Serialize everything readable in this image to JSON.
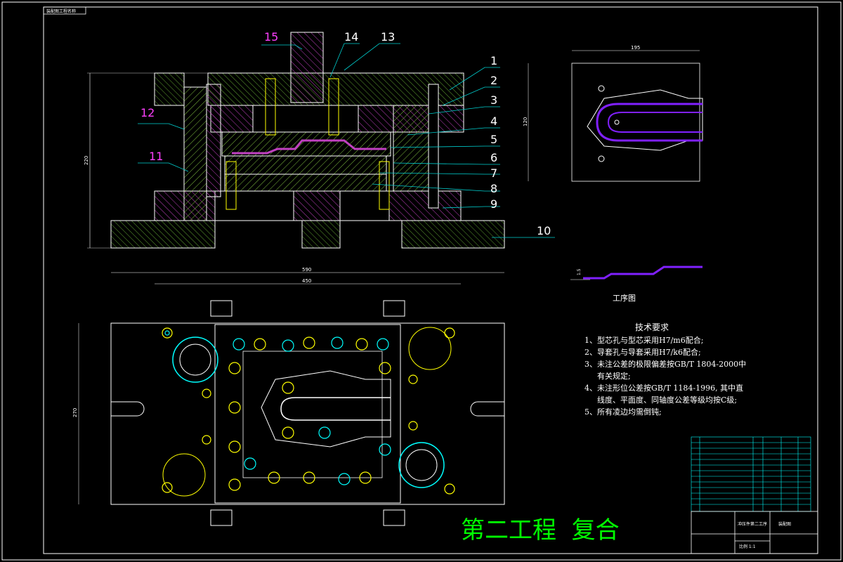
{
  "drawing": {
    "corner_label": "装配图工程名称",
    "part_numbers": [
      "1",
      "2",
      "3",
      "4",
      "5",
      "6",
      "7",
      "8",
      "9",
      "10",
      "11",
      "12",
      "13",
      "14",
      "15"
    ],
    "dimensions": {
      "front_height": "220",
      "plan_width_outer": "590",
      "plan_width_inner": "450",
      "plan_height": "270",
      "part_width": "195",
      "part_height": "120",
      "profile_thickness": "1.5"
    },
    "process_caption": "工序图",
    "tech_req": {
      "title": "技术要求",
      "items": [
        "1、型芯孔与型芯采用H7/m6配合;",
        "2、导套孔与导套采用H7/k6配合;",
        "3、未注公差的极限偏差按GB/T 1804-2000中",
        "有关规定;",
        "4、未注形位公差按GB/T 1184-1996, 其中直",
        "线度、平面度、同轴度公差等级均按C级;",
        "5、所有凌边均需倒钝;"
      ]
    },
    "stage_title": "第二工程  复合",
    "title_block": {
      "drawing_name": "冲压件第二工序",
      "company": "装配图",
      "scale": "比例 1:1"
    },
    "colors": {
      "frame": "#ffffff",
      "lines": "#ffffff",
      "hatch_green": "#7fbf3f",
      "hatch_magenta": "#c040c0",
      "leaders": "#00d0d0",
      "labels": "#ffffff",
      "yellow": "#ffff00",
      "stage_title": "#00ff00",
      "purple": "#8020ff",
      "cyan": "#00ffff"
    }
  }
}
